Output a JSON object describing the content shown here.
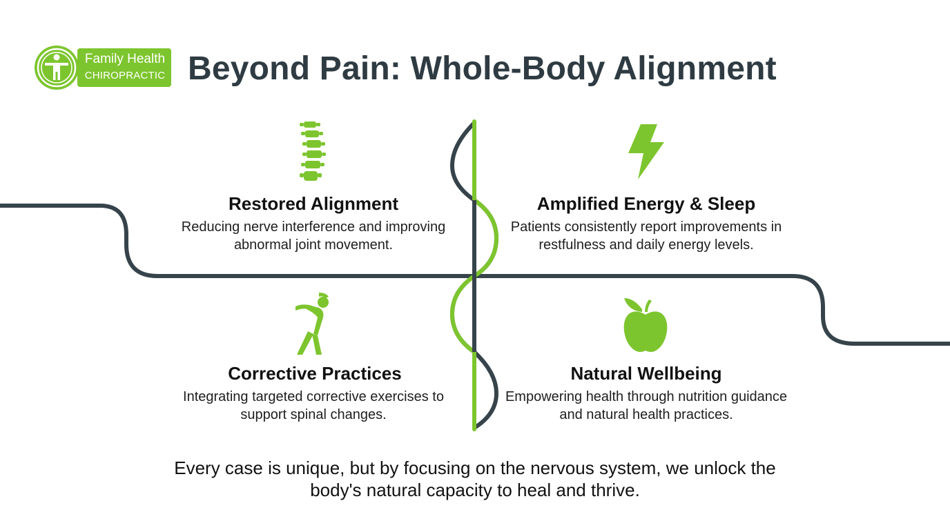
{
  "brand": {
    "name": "Family Health",
    "subtitle": "CHIROPRACTIC"
  },
  "title": "Beyond Pain: Whole-Body Alignment",
  "features": [
    {
      "icon": "spine-icon",
      "title": "Restored Alignment",
      "description": "Reducing nerve interference and improving abnormal joint movement."
    },
    {
      "icon": "lightning-bolt-icon",
      "title": "Amplified Energy & Sleep",
      "description": "Patients consistently report improvements in restfulness and daily energy levels."
    },
    {
      "icon": "stretching-person-icon",
      "title": "Corrective Practices",
      "description": "Integrating targeted corrective exercises to support spinal changes."
    },
    {
      "icon": "apple-icon",
      "title": "Natural Wellbeing",
      "description": "Empowering health through nutrition guidance and natural health practices."
    }
  ],
  "closing": "Every case is unique, but by focusing on the nervous system, we unlock the body's natural capacity to heal and thrive.",
  "colors": {
    "accent_green": "#7dc52e",
    "line_dark": "#36434a",
    "title_dark": "#2f3b42"
  }
}
